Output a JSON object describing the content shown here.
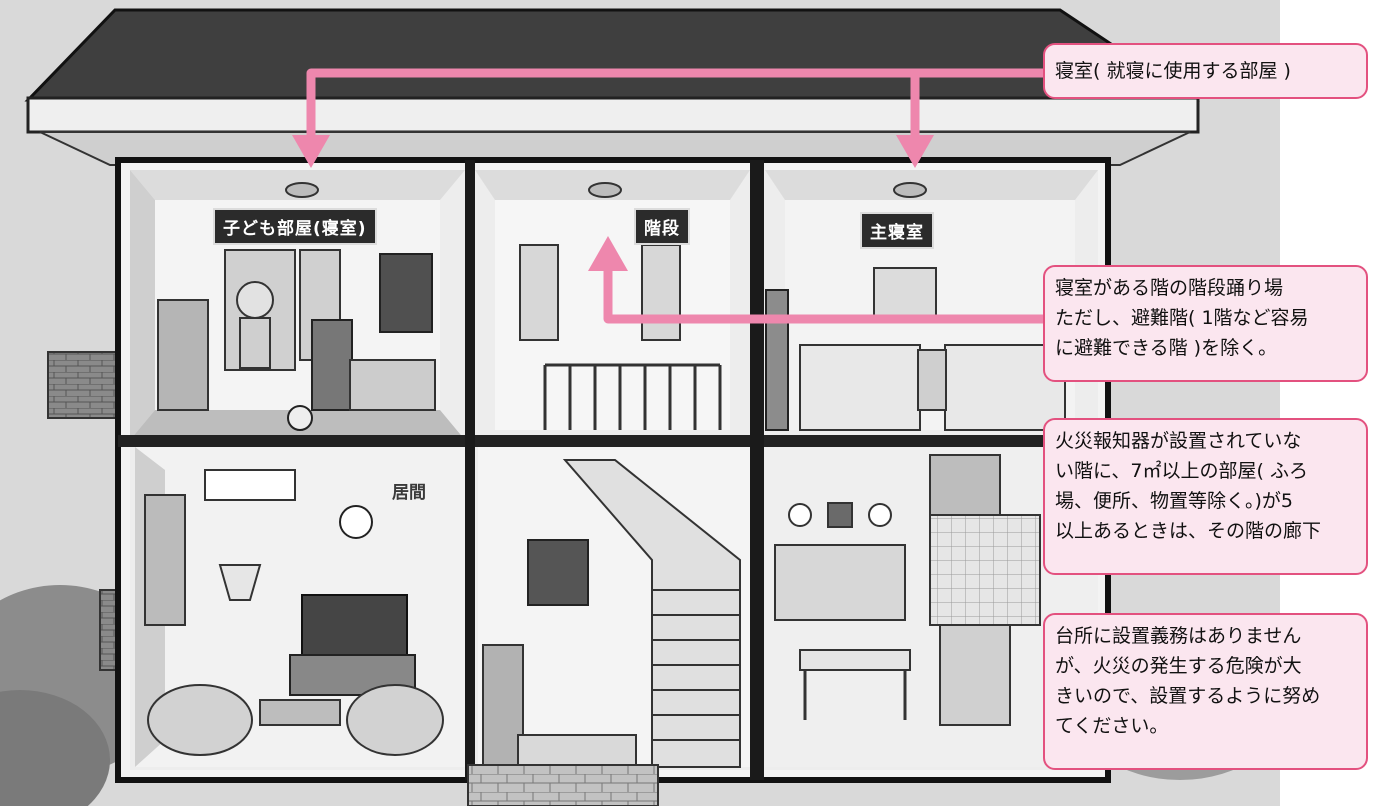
{
  "room_labels": {
    "kids_room": "子ども部屋(寝室)",
    "stairs": "階段",
    "master_bedroom": "主寝室",
    "living": "居間"
  },
  "callouts": {
    "bedroom": "寝室( 就寝に使用する部屋 )",
    "stair_landing": "寝室がある階の階段踊り場\nただし、避難階( 1階など容易\nに避難できる階 )を除く。",
    "hallway": "火災報知器が設置されていな\nい階に、7㎡以上の部屋( ふろ\n場、便所、物置等除く。)が5\n以上あるときは、その階の廊下",
    "kitchen": "台所に設置義務はありません\nが、火災の発生する危険が大\nきいので、設置するように努め\nてください。"
  },
  "colors": {
    "accent_pink": "#ee87ad",
    "callout_border": "#e3517f",
    "callout_fill": "#fbe6ef"
  }
}
